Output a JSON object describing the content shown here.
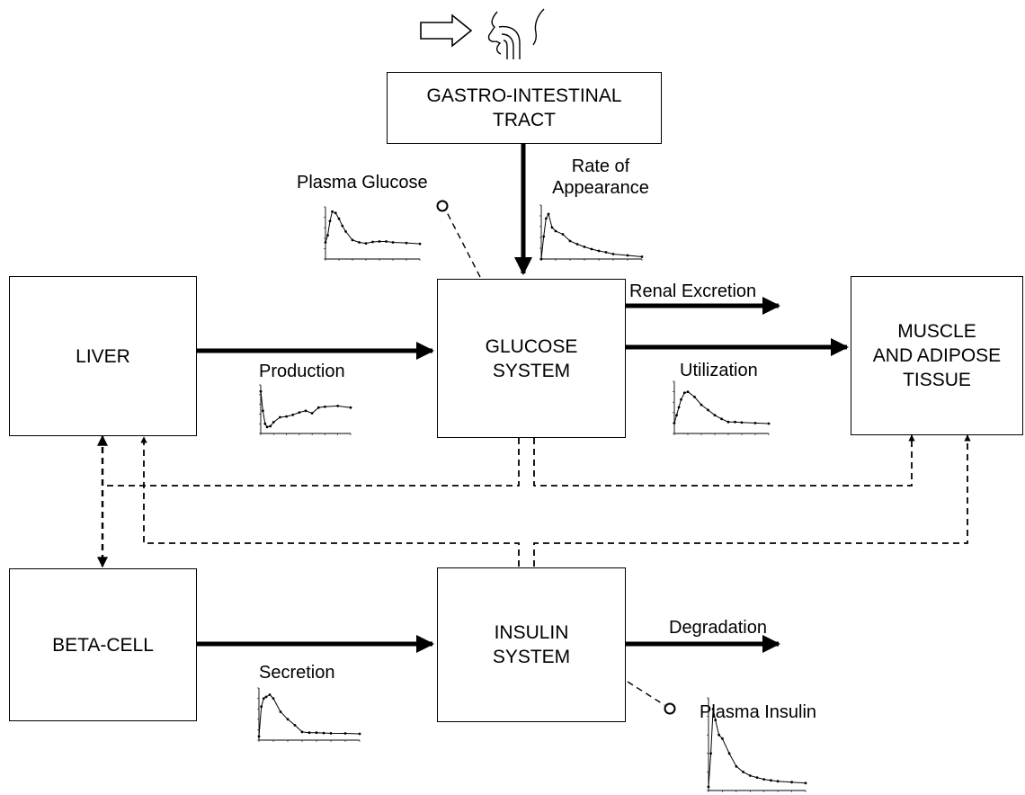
{
  "boxes": {
    "gi_line1": "GASTRO-INTESTINAL",
    "gi_line2": "TRACT",
    "liver": "LIVER",
    "glucose_line1": "GLUCOSE",
    "glucose_line2": "SYSTEM",
    "muscle_line1": "MUSCLE",
    "muscle_line2": "AND ADIPOSE",
    "muscle_line3": "TISSUE",
    "beta": "BETA-CELL",
    "insulin_line1": "INSULIN",
    "insulin_line2": "SYSTEM"
  },
  "labels": {
    "plasma_glucose": "Plasma Glucose",
    "rate_line1": "Rate of",
    "rate_line2": "Appearance",
    "renal": "Renal Excretion",
    "production": "Production",
    "utilization": "Utilization",
    "secretion": "Secretion",
    "degradation": "Degradation",
    "plasma_insulin": "Plasma Insulin"
  },
  "icons": [
    "arrow-outline-icon",
    "mouth-throat-icon"
  ],
  "chart_data": [
    {
      "type": "line",
      "name": "plasma_glucose",
      "x": [
        0,
        10,
        20,
        30,
        45,
        60,
        75,
        90,
        120,
        150,
        180,
        210,
        240,
        270,
        300,
        360,
        420
      ],
      "values": [
        95,
        110,
        140,
        160,
        157,
        145,
        130,
        118,
        100,
        95,
        93,
        96,
        97,
        97,
        95,
        94,
        92
      ],
      "ylim": [
        60,
        170
      ],
      "xlim": [
        0,
        420
      ]
    },
    {
      "type": "line",
      "name": "rate_of_appearance",
      "x": [
        0,
        10,
        20,
        30,
        45,
        60,
        90,
        120,
        150,
        180,
        210,
        240,
        270,
        300,
        360,
        420
      ],
      "values": [
        0,
        5,
        9,
        10,
        7,
        6.2,
        5.5,
        4,
        3.3,
        2.7,
        2.2,
        1.8,
        1.5,
        1.1,
        0.8,
        0.5
      ],
      "ylim": [
        0,
        12
      ],
      "xlim": [
        0,
        420
      ]
    },
    {
      "type": "line",
      "name": "production",
      "x": [
        0,
        10,
        20,
        30,
        45,
        60,
        90,
        120,
        150,
        180,
        210,
        240,
        270,
        300,
        360,
        420
      ],
      "values": [
        2.6,
        1.4,
        0.6,
        0.4,
        0.45,
        0.7,
        1.0,
        1.05,
        1.15,
        1.3,
        1.4,
        1.25,
        1.6,
        1.65,
        1.7,
        1.6
      ],
      "ylim": [
        0,
        3
      ],
      "xlim": [
        0,
        420
      ]
    },
    {
      "type": "line",
      "name": "utilization",
      "x": [
        0,
        10,
        20,
        30,
        45,
        60,
        90,
        120,
        150,
        180,
        210,
        240,
        270,
        300,
        360,
        420
      ],
      "values": [
        2,
        3.5,
        5,
        6.5,
        7.8,
        8,
        7,
        5.5,
        4.5,
        3.5,
        2.8,
        2.2,
        2.2,
        2.1,
        2.0,
        1.9
      ],
      "ylim": [
        0,
        10
      ],
      "xlim": [
        0,
        420
      ]
    },
    {
      "type": "line",
      "name": "secretion",
      "x": [
        0,
        10,
        20,
        30,
        45,
        60,
        90,
        120,
        150,
        180,
        210,
        240,
        270,
        300,
        360,
        420
      ],
      "values": [
        50,
        450,
        560,
        580,
        610,
        560,
        380,
        280,
        200,
        110,
        100,
        100,
        95,
        92,
        90,
        85
      ],
      "ylim": [
        0,
        700
      ],
      "xlim": [
        0,
        420
      ]
    },
    {
      "type": "line",
      "name": "plasma_insulin",
      "x": [
        0,
        10,
        20,
        30,
        45,
        60,
        90,
        120,
        150,
        180,
        210,
        240,
        270,
        300,
        360,
        420
      ],
      "values": [
        20,
        200,
        440,
        380,
        300,
        280,
        200,
        130,
        100,
        80,
        70,
        60,
        55,
        50,
        45,
        40
      ],
      "ylim": [
        0,
        500
      ],
      "xlim": [
        0,
        420
      ]
    }
  ]
}
